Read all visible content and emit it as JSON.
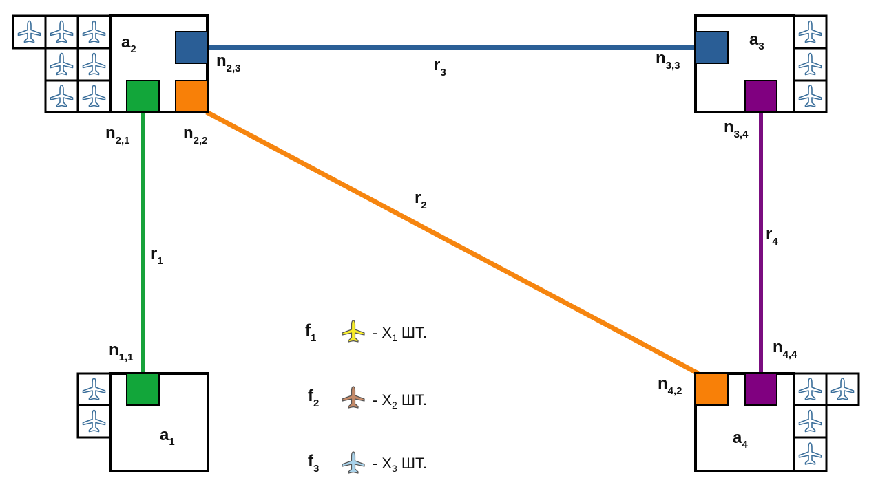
{
  "colors": {
    "route_r1": "#17a23a",
    "route_r2": "#f6850f",
    "route_r3": "#2b5f96",
    "route_r4": "#7a0d80",
    "port_green": "#12a63a",
    "port_orange": "#f88008",
    "port_blue": "#2a5e96",
    "port_purple": "#800080",
    "plane_f1": "#f7ec28",
    "plane_f2": "#c58a68",
    "plane_f3": "#a8d2ea",
    "plane_outline": "#3a6e9a"
  },
  "airports": [
    {
      "id": "a1",
      "letter": "a",
      "index": "1",
      "planes": 2
    },
    {
      "id": "a2",
      "letter": "a",
      "index": "2",
      "planes": 7
    },
    {
      "id": "a3",
      "letter": "a",
      "index": "3",
      "planes": 3
    },
    {
      "id": "a4",
      "letter": "a",
      "index": "4",
      "planes": 4
    }
  ],
  "ports": [
    {
      "id": "n11",
      "letter": "n",
      "index": "1,1"
    },
    {
      "id": "n21",
      "letter": "n",
      "index": "2,1"
    },
    {
      "id": "n22",
      "letter": "n",
      "index": "2,2"
    },
    {
      "id": "n23",
      "letter": "n",
      "index": "2,3"
    },
    {
      "id": "n33",
      "letter": "n",
      "index": "3,3"
    },
    {
      "id": "n34",
      "letter": "n",
      "index": "3,4"
    },
    {
      "id": "n42",
      "letter": "n",
      "index": "4,2"
    },
    {
      "id": "n44",
      "letter": "n",
      "index": "4,4"
    }
  ],
  "routes": [
    {
      "id": "r1",
      "letter": "r",
      "index": "1"
    },
    {
      "id": "r2",
      "letter": "r",
      "index": "2"
    },
    {
      "id": "r3",
      "letter": "r",
      "index": "3"
    },
    {
      "id": "r4",
      "letter": "r",
      "index": "4"
    }
  ],
  "legend": [
    {
      "id": "f1",
      "letter": "f",
      "index": "1",
      "x_letter": "X",
      "x_index": "1",
      "suffix": "ШТ.",
      "dash": "-",
      "icon": "yellow-plane-icon"
    },
    {
      "id": "f2",
      "letter": "f",
      "index": "2",
      "x_letter": "X",
      "x_index": "2",
      "suffix": "ШТ.",
      "dash": "-",
      "icon": "brown-plane-icon"
    },
    {
      "id": "f3",
      "letter": "f",
      "index": "3",
      "x_letter": "X",
      "x_index": "3",
      "suffix": "ШТ.",
      "dash": "-",
      "icon": "light-blue-plane-icon"
    }
  ]
}
